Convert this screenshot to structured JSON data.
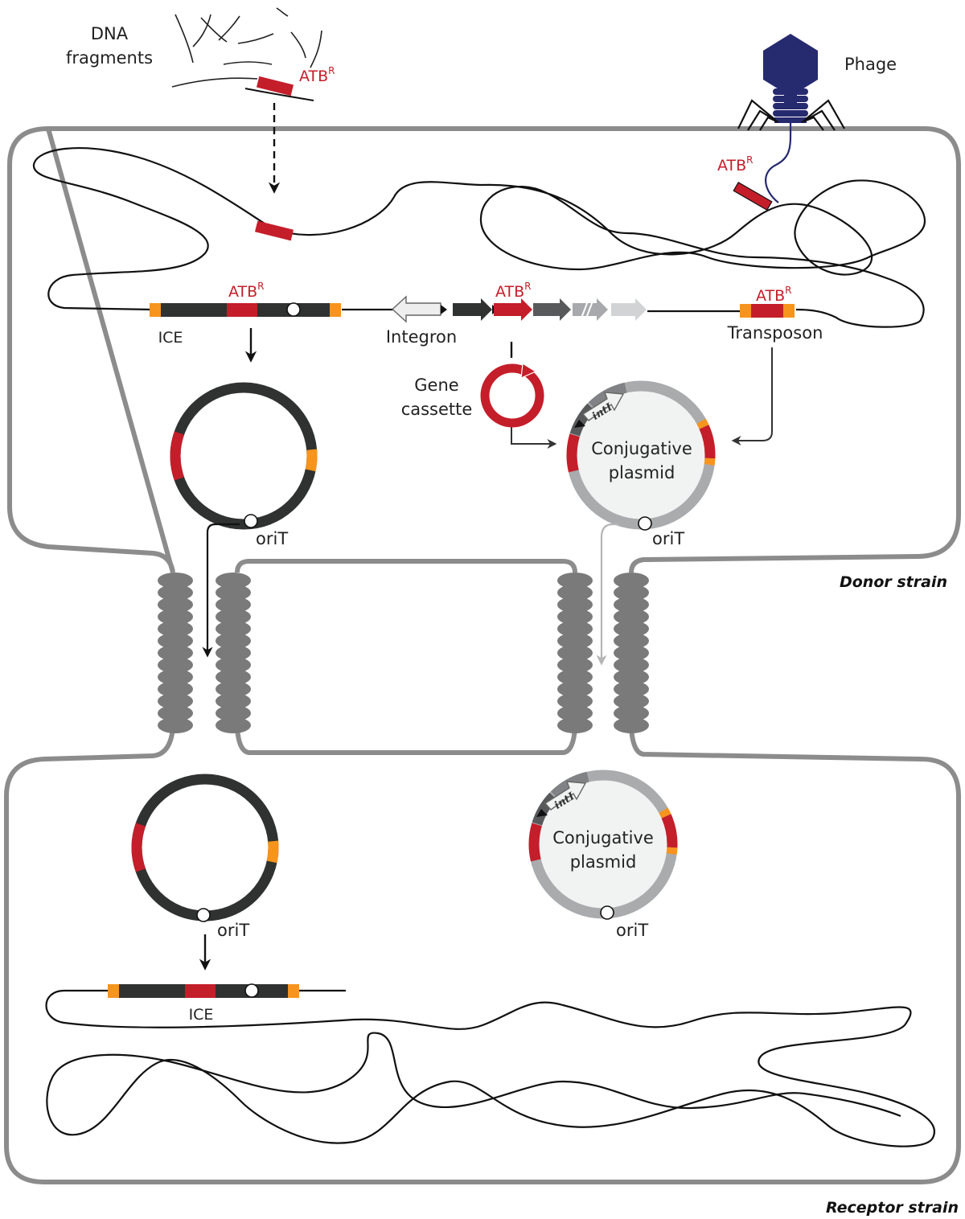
{
  "labels": {
    "dna_fragments_line1": "DNA",
    "dna_fragments_line2": "fragments",
    "phage": "Phage",
    "atb": "ATB",
    "atb_sup": "R",
    "ice": "ICE",
    "integron": "Integron",
    "transposon": "Transposon",
    "gene_cassette_line1": "Gene",
    "gene_cassette_line2": "cassette",
    "plasmid_line1": "Conjugative",
    "plasmid_line2": "plasmid",
    "orit": "oriT",
    "intl": "intI",
    "donor_strain": "Donor strain",
    "receptor_strain": "Receptor strain"
  },
  "colors": {
    "resistance_gene": "#c41e2a",
    "ice_body": "#2f3230",
    "flank": "#f7941d",
    "membrane": "#8c8c8c",
    "pilus": "#7a7a7a",
    "phage": "#262a6e",
    "plasmid_backbone": "#a9abad",
    "plasmid_fill": "#f1f2f2"
  }
}
